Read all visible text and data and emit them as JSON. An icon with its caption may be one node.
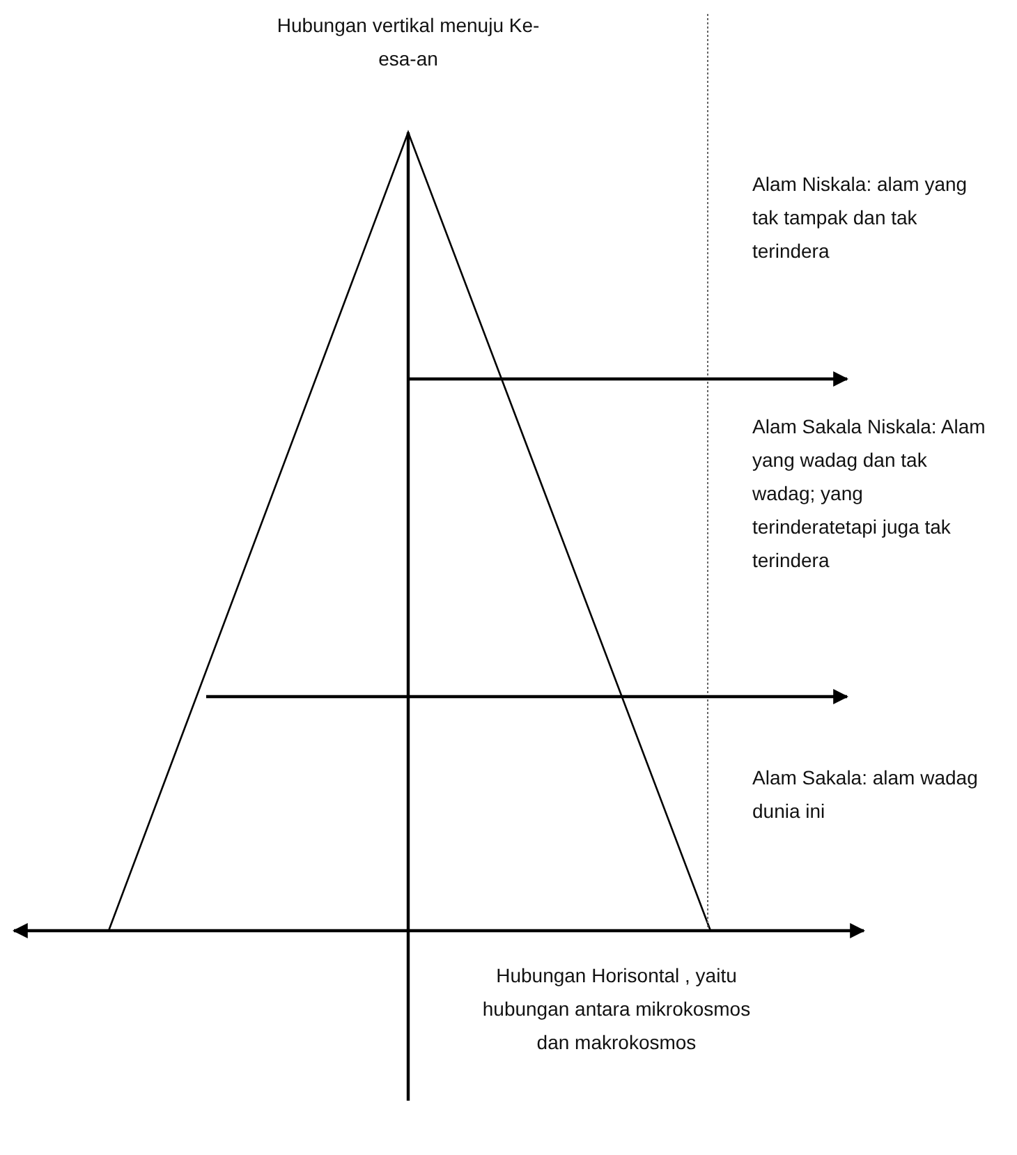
{
  "diagram": {
    "labels": [
      "Hubungan vertikal menuju Ke-esa-an",
      "Alam Niskala: alam yang tak tampak dan tak terindera",
      "Alam Sakala Niskala: Alam yang wadag dan tak wadag; yang terinderatetapi juga tak terindera",
      "Alam Sakala: alam wadag dunia ini",
      "Hubungan Horisontal , yaitu hubungan antara mikrokosmos dan makrokosmos"
    ]
  }
}
